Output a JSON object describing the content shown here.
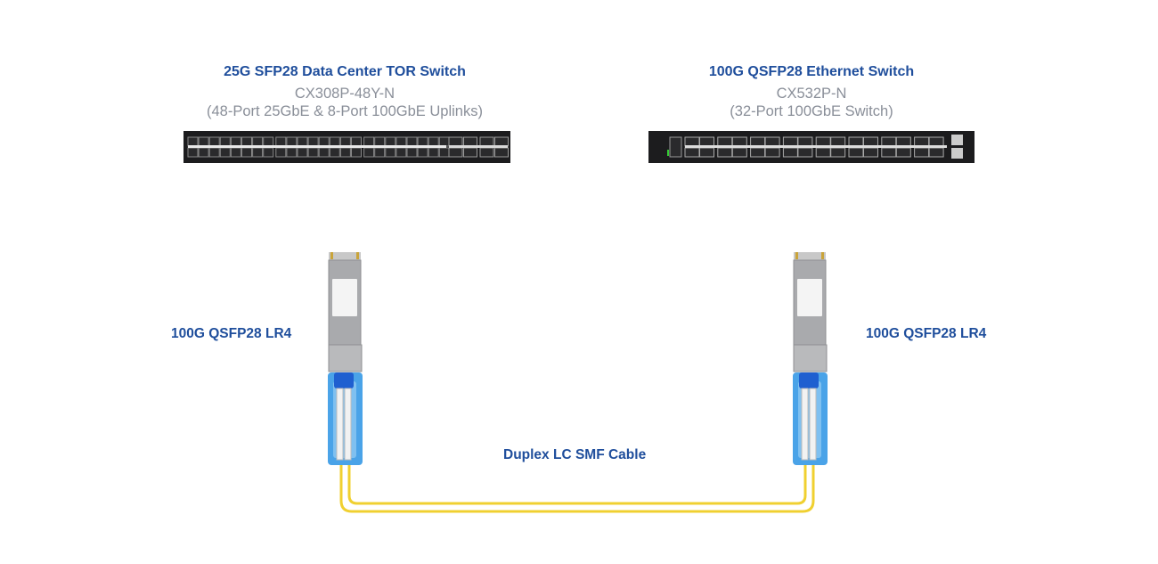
{
  "left_switch": {
    "title": "25G SFP28 Data Center TOR Switch",
    "model": "CX308P-48Y-N",
    "description": "(48-Port 25GbE & 8-Port 100GbE Uplinks)"
  },
  "right_switch": {
    "title": "100G QSFP28 Ethernet Switch",
    "model": "CX532P-N",
    "description": "(32-Port 100GbE Switch)"
  },
  "left_transceiver": {
    "label": "100G QSFP28 LR4"
  },
  "right_transceiver": {
    "label": "100G QSFP28 LR4"
  },
  "cable": {
    "label": "Duplex LC SMF Cable"
  },
  "colors": {
    "title": "#1f4e9c",
    "subtitle": "#8a8f99",
    "fiber": "#f0d030",
    "pull_tab": "#4aa3e8"
  }
}
